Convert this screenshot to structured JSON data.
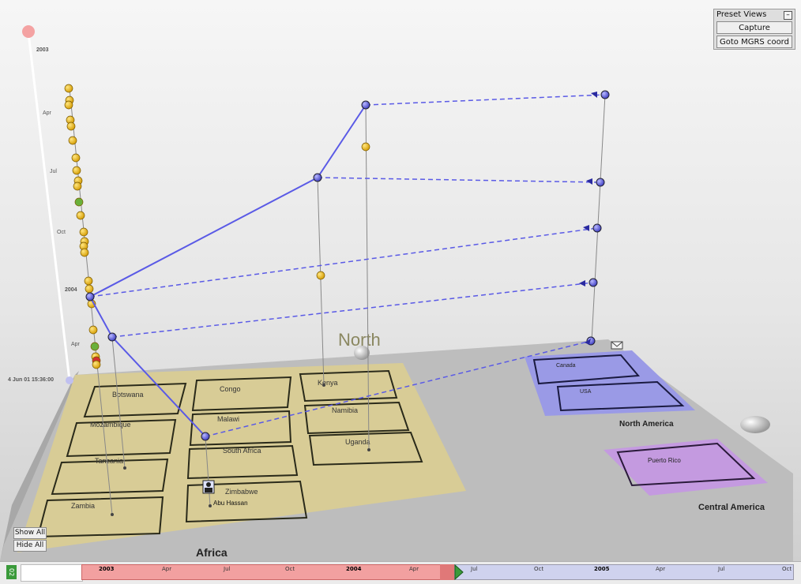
{
  "preset_views": {
    "title": "Preset Views",
    "minimize_glyph": "–",
    "capture_label": "Capture",
    "goto_label": "Goto MGRS coord"
  },
  "controls": {
    "show_all_label": "Show All",
    "hide_all_label": "Hide All"
  },
  "compass": {
    "north_label": "North"
  },
  "time_axis": {
    "labels": [
      "2003",
      "Apr",
      "Jul",
      "Oct",
      "2004",
      "Apr"
    ],
    "current_time": "4 Jun 01 15:36:00"
  },
  "regions": {
    "africa": {
      "label": "Africa",
      "countries": [
        "Botswana",
        "Congo",
        "Kenya",
        "Mozambique",
        "Malawi",
        "Namibia",
        "Tanzania",
        "South Africa",
        "Uganda",
        "Zambia",
        "Zimbabwe"
      ]
    },
    "north_america": {
      "label": "North America",
      "countries": [
        "Canada",
        "USA"
      ]
    },
    "central_america": {
      "label": "Central America",
      "countries": [
        "Puerto Rico"
      ]
    }
  },
  "entity": {
    "name": "Abu Hassan"
  },
  "timeline": {
    "labels": [
      "2003",
      "Apr",
      "Jul",
      "Oct",
      "2004",
      "Apr",
      "Jul",
      "Oct",
      "2005",
      "Apr",
      "Jul",
      "Oct"
    ],
    "bold_labels": [
      "2003",
      "2004",
      "2005"
    ],
    "left_badge": "02"
  },
  "colors": {
    "background_top": "#f4f4f4",
    "background_bottom": "#cfcfcf",
    "platform": "#b9b9b9",
    "africa_map": "#d8cc96",
    "north_america_map": "#9a9ae6",
    "central_america_map": "#c49ae0",
    "path_line": "#5a5ae6",
    "event_marker": "#f0bc14",
    "event_marker_green": "#6ab03a",
    "event_marker_red": "#d43030",
    "timeline_past": "#f2a0a0",
    "timeline_future": "#cfd2ee"
  },
  "icons": {
    "entity_icon": "person-silhouette-icon",
    "envelope_icon": "envelope-icon",
    "timeline_handle_icon": "play-handle-icon"
  }
}
